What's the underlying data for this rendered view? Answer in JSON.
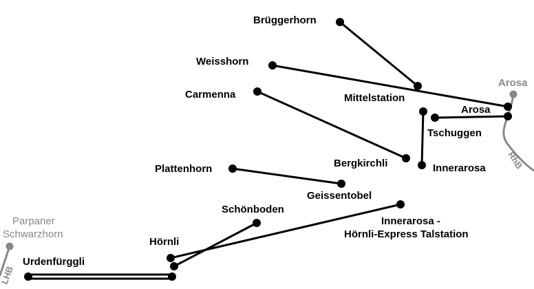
{
  "colors": {
    "lift": "#000000",
    "station": "#000000",
    "external": "#888888",
    "background": "#ffffff"
  },
  "stations": {
    "brueggerhorn": "Brüggerhorn",
    "weisshorn": "Weisshorn",
    "carmenna": "Carmenna",
    "mittelstation": "Mittelstation",
    "arosa": "Arosa",
    "tschuggen": "Tschuggen",
    "bergkirchli": "Bergkirchli",
    "innerarosa": "Innerarosa",
    "plattenhorn": "Plattenhorn",
    "geissentobel": "Geissentobel",
    "schoenboden": "Schönboden",
    "innerarosa_talstation_line1": "Innerarosa -",
    "innerarosa_talstation_line2": "Hörnli-Express Talstation",
    "hoernli": "Hörnli",
    "urdenfuerggli": "Urdenfürggli"
  },
  "external": {
    "arosa_rail": "Arosa",
    "parpaner_line1": "Parpaner",
    "parpaner_line2": "Schwarzhorn",
    "rhb": "RhB",
    "lhb": "LHB"
  }
}
